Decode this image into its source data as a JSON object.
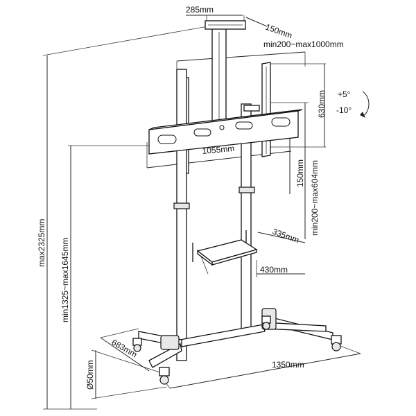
{
  "dimensions": {
    "top_plate_width": "285mm",
    "top_plate_depth": "150mm",
    "vesa_horizontal": "min200~max1000mm",
    "vesa_vertical": "630mm",
    "tilt_up": "+5°",
    "tilt_down": "-10°",
    "bracket_width": "1055mm",
    "vertical_adjust": "150mm",
    "vesa_vertical_range": "min200~max604mm",
    "total_height": "max2325mm",
    "center_height": "min1325~max1645mm",
    "shelf_depth": "335mm",
    "shelf_width": "430mm",
    "base_depth": "683mm",
    "wheel_diameter": "Ø50mm",
    "base_width": "1350mm"
  }
}
